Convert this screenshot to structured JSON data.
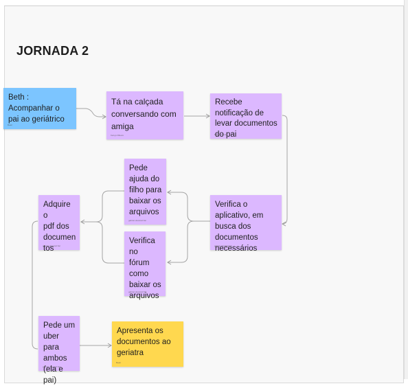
{
  "board": {
    "title": "JORNADA 2"
  },
  "notes": [
    {
      "id": "beth",
      "text": "Beth : Acompanhar o pai ao geriátrico",
      "author": "Beatr",
      "color": "#7cc5ff"
    },
    {
      "id": "calcada",
      "text": "Tá na calçada conversando com amiga",
      "author": "Kelvys Ribeiro",
      "color": "#dcb8ff"
    },
    {
      "id": "notificacao",
      "text": "Recebe notificação de levar documentos do pai",
      "author": "Kelvys Ribeiro",
      "color": "#dcb8ff"
    },
    {
      "id": "ajuda",
      "text": "Pede\najuda do\nfilho para\nbaixar os\narquivos",
      "author": "gabriel.oliveira4 fiar",
      "color": "#dcb8ff"
    },
    {
      "id": "verifica-app",
      "text": "Verifica o aplicativo, em busca dos documentos necessários",
      "author": "gabriel.oliveira4 fiar",
      "color": "#dcb8ff"
    },
    {
      "id": "adquire",
      "text": "Adquire o\npdf dos\ndocumen\ntos",
      "author": "gabriel.oliveira4 fiar",
      "color": "#dcb8ff"
    },
    {
      "id": "forum",
      "text": "Verifica no\nfórum\ncomo\nbaixar os\narquivos",
      "author": "gabriel.oliveira4 fiar",
      "color": "#dcb8ff"
    },
    {
      "id": "uber",
      "text": "Pede um\nuber para\nambos\n(ela e pai)",
      "author": "gabriel.oliveira4 fiar",
      "color": "#dcb8ff"
    },
    {
      "id": "apresenta",
      "text": "Apresenta os documentos ao geriatra",
      "author": "Beatr",
      "color": "#ffd84f"
    }
  ]
}
